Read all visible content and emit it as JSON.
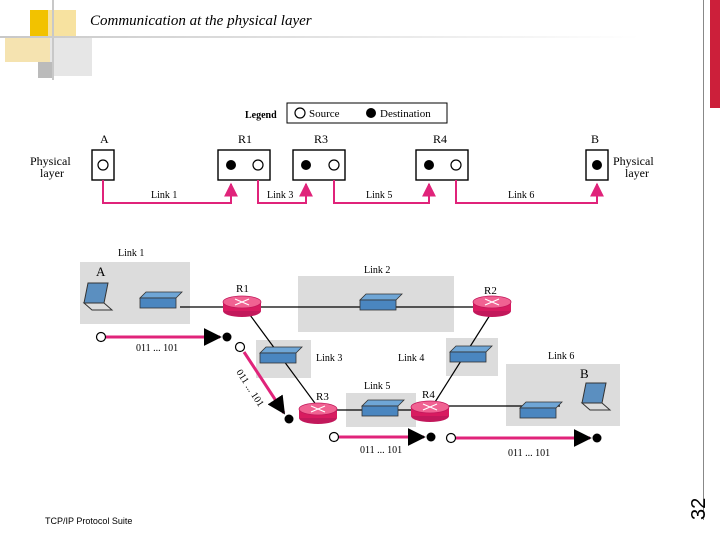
{
  "slide": {
    "title": "Communication at the physical layer",
    "footer": "TCP/IP Protocol Suite",
    "page_number": "32",
    "accent_color": "#cc1f3a",
    "decor_color": "#f2c200"
  },
  "legend": {
    "title": "Legend",
    "source": "Source",
    "destination": "Destination"
  },
  "top_diagram": {
    "side_label_line1": "Physical",
    "side_label_line2": "layer",
    "nodes": [
      "A",
      "R1",
      "R3",
      "R4",
      "B"
    ],
    "links": [
      "Link 1",
      "Link 3",
      "Link 5",
      "Link 6"
    ],
    "link_color": "#e0237a"
  },
  "bottom_diagram": {
    "host_a": "A",
    "host_b": "B",
    "routers": [
      "R1",
      "R2",
      "R3",
      "R4"
    ],
    "links": [
      "Link 1",
      "Link 2",
      "Link 3",
      "Link 4",
      "Link 5",
      "Link 6"
    ],
    "bits": "011 ... 101",
    "bits_diagonal": "011 ... 101"
  }
}
